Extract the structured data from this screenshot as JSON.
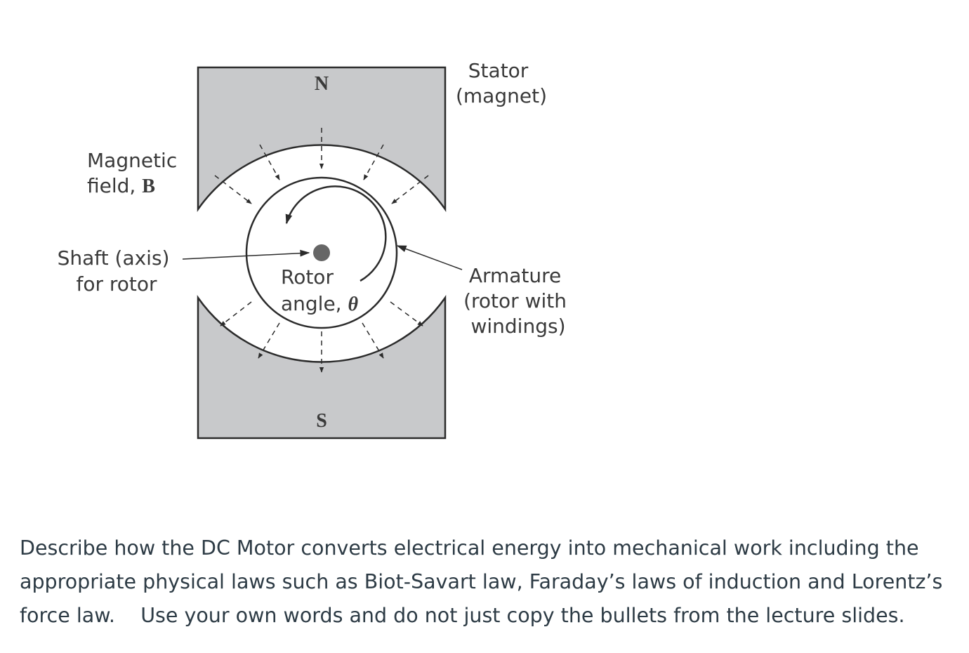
{
  "diagram": {
    "pole_north": "N",
    "pole_south": "S",
    "stator_label": [
      "Stator",
      "(magnet)"
    ],
    "magnetic_field_label": [
      "Magnetic",
      "field, ",
      "B"
    ],
    "shaft_label": [
      "Shaft (axis)",
      "for rotor"
    ],
    "rotor_angle_label": [
      "Rotor",
      "angle, ",
      "θ"
    ],
    "armature_label": [
      "Armature",
      "(rotor with",
      "windings)"
    ],
    "colors": {
      "stator_fill": "#c8c9cb",
      "stroke": "#2b2b2b",
      "text": "#3a3a3a",
      "question_text": "#2d3b45"
    }
  },
  "question": "Describe how the DC Motor converts electrical energy into mechanical work including the appropriate physical laws such as Biot-Savart law, Faraday’s laws of induction and Lorentz’s force law.    Use your own words and do not just copy the bullets from the lecture slides."
}
